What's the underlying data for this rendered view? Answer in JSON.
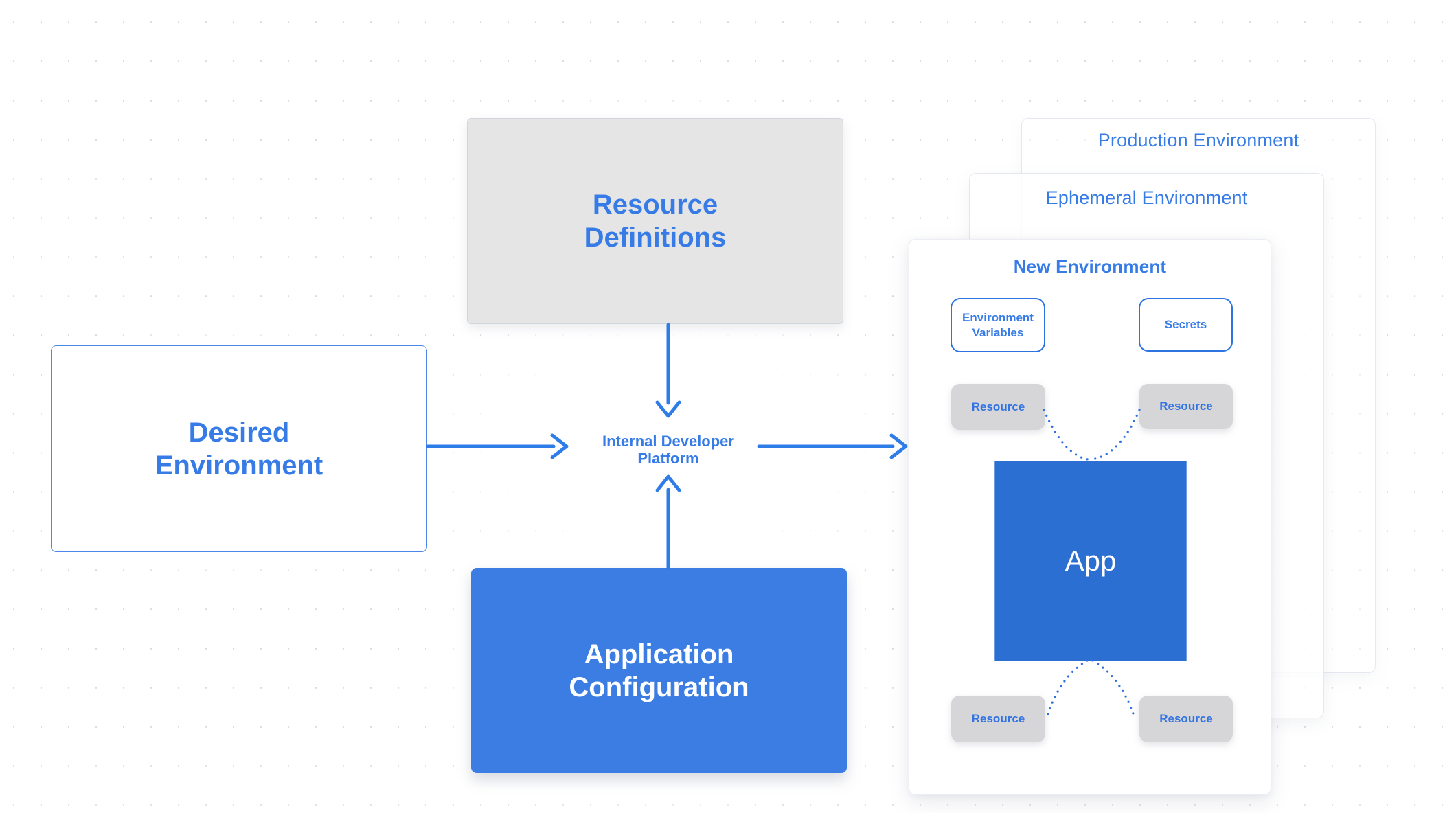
{
  "diagram": {
    "nodes": {
      "resource_definitions": "Resource Definitions",
      "desired_environment": "Desired Environment",
      "application_configuration": "Application Configuration",
      "internal_developer_platform": "Internal Developer Platform"
    },
    "environments": {
      "production": "Production Environment",
      "ephemeral": "Ephemeral Environment",
      "new_environment": {
        "title": "New Environment",
        "environment_variables": "Environment Variables",
        "secrets": "Secrets",
        "app": "App",
        "resources": [
          "Resource",
          "Resource",
          "Resource",
          "Resource"
        ]
      }
    },
    "colors": {
      "accent_blue": "#377CE6",
      "arrow_blue": "#2E7CE8",
      "app_fill": "#2B6FD3",
      "application_configuration_fill": "#3B7DE2",
      "gray_box_fill": "#E5E5E6",
      "resource_chip_fill": "#D6D6D8",
      "grid_dot": "#D7DAE3"
    }
  }
}
